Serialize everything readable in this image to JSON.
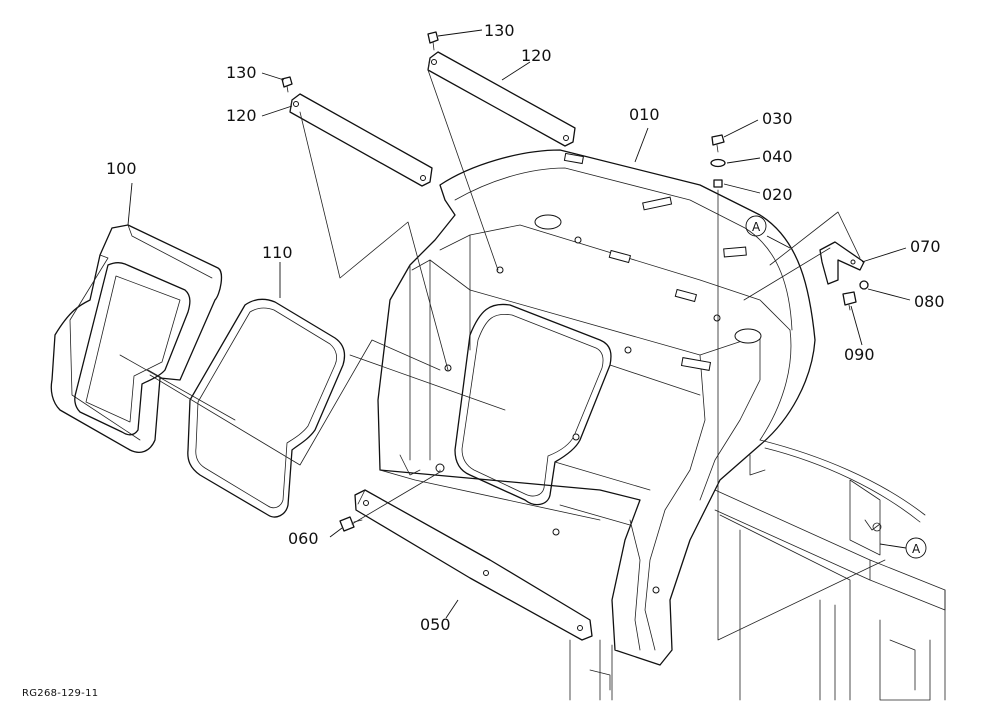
{
  "drawing_ref": "RG268-129-11",
  "callout_ref": "A",
  "parts": [
    {
      "id": "130a",
      "label": "130"
    },
    {
      "id": "130b",
      "label": "130"
    },
    {
      "id": "120a",
      "label": "120"
    },
    {
      "id": "120b",
      "label": "120"
    },
    {
      "id": "010",
      "label": "010"
    },
    {
      "id": "030",
      "label": "030"
    },
    {
      "id": "040",
      "label": "040"
    },
    {
      "id": "020",
      "label": "020"
    },
    {
      "id": "070",
      "label": "070"
    },
    {
      "id": "080",
      "label": "080"
    },
    {
      "id": "090",
      "label": "090"
    },
    {
      "id": "100",
      "label": "100"
    },
    {
      "id": "110",
      "label": "110"
    },
    {
      "id": "060",
      "label": "060"
    },
    {
      "id": "050",
      "label": "050"
    }
  ]
}
